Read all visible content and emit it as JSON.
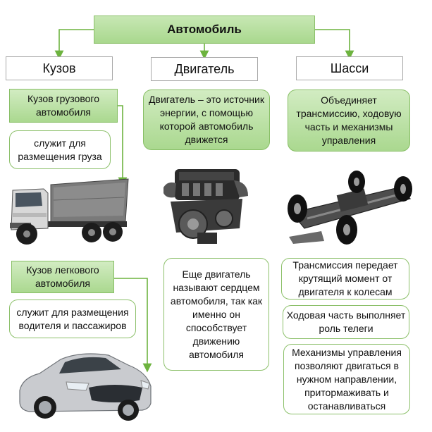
{
  "root": {
    "label": "Автомобиль"
  },
  "categories": [
    {
      "label": "Кузов"
    },
    {
      "label": "Двигатель"
    },
    {
      "label": "Шасси"
    }
  ],
  "body": {
    "truck_title": "Кузов грузового автомобиля",
    "truck_note": "служит для размещения груза",
    "car_title": "Кузов легкового автомобиля",
    "car_note": "служит для размещения водителя и пассажиров"
  },
  "engine": {
    "desc": "Двигатель – это источник энергии, с помощью которой автомобиль движется",
    "note": "Еще двигатель называют сердцем автомобиля, так как именно он способствует движению автомобиля"
  },
  "chassis": {
    "desc": "Объединяет трансмиссию, ходовую часть и механизмы управления",
    "transmission": "Трансмиссия передает крутящий момент от двигателя к колесам",
    "running_gear": "Ходовая часть выполняет роль телеги",
    "steering": "Механизмы управления позволяют двигаться в нужном направлении, притормаживать и останавливаться"
  },
  "colors": {
    "connector": "#6db33f",
    "green_fill": "#aad88f",
    "green_border": "#88bf66",
    "box_border": "#a9a9a9"
  },
  "icons": [
    "dump-truck-image",
    "engine-image",
    "chassis-image",
    "sedan-car-image"
  ]
}
